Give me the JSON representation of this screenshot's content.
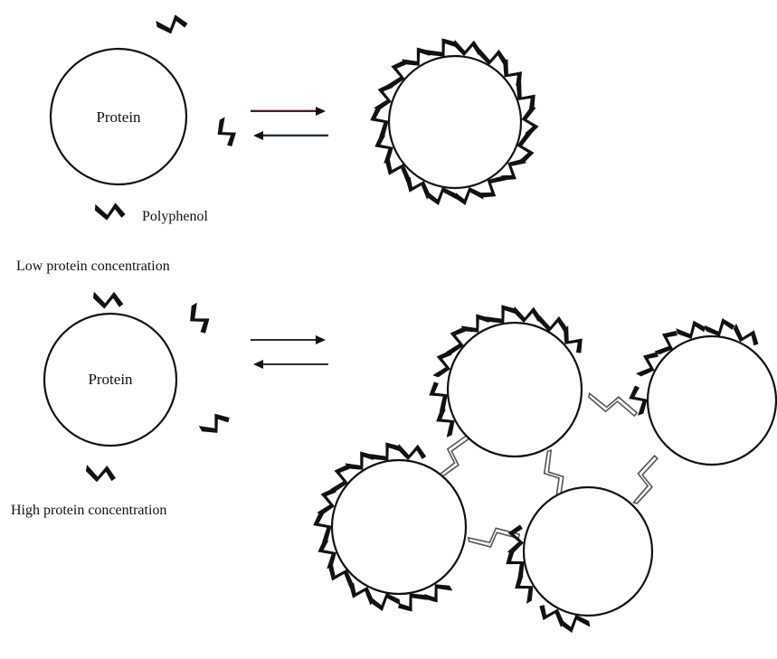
{
  "labels": {
    "protein": "Protein",
    "polyphenol": "Polyphenol",
    "low": "Low protein concentration",
    "high": "High protein concentration"
  },
  "colors": {
    "ink": "#111111",
    "forward_arrow_top": "#8b1a1a",
    "reverse_arrow_top": "#1f4f7a",
    "bridge": "#777777"
  }
}
